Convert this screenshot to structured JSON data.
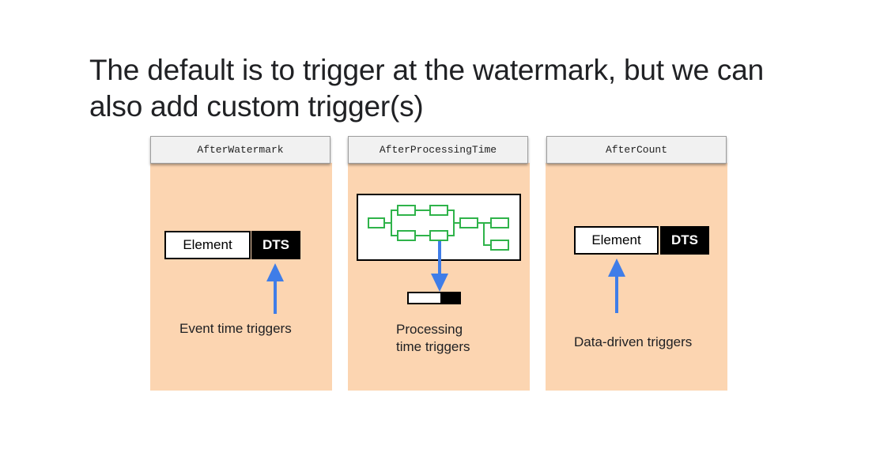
{
  "title": "The default is to trigger at the watermark, but we can also add custom trigger(s)",
  "panels": [
    {
      "header": "AfterWatermark",
      "element_label": "Element",
      "dts_label": "DTS",
      "caption": "Event time triggers"
    },
    {
      "header": "AfterProcessingTime",
      "caption_line1": "Processing",
      "caption_line2": "time triggers"
    },
    {
      "header": "AfterCount",
      "element_label": "Element",
      "dts_label": "DTS",
      "caption": "Data-driven triggers"
    }
  ],
  "colors": {
    "panel": "#fcd5b1",
    "arrow": "#3f7de8",
    "pipeline": "#2fb34a"
  }
}
